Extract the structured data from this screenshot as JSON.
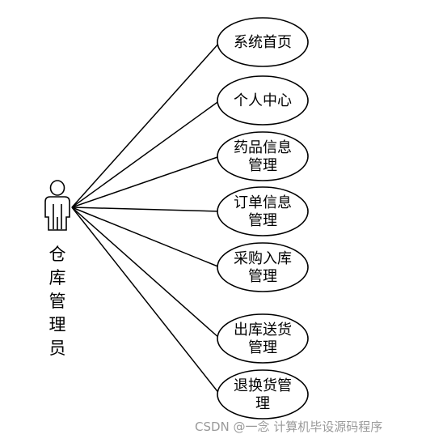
{
  "actor": {
    "label": "仓库管理员",
    "icon": "stick-figure-actor-icon"
  },
  "use_cases": [
    {
      "id": "home",
      "lines": [
        "系统首页"
      ]
    },
    {
      "id": "personal-center",
      "lines": [
        "个人中心"
      ]
    },
    {
      "id": "drug-info-mgmt",
      "lines": [
        "药品信息",
        "管理"
      ]
    },
    {
      "id": "order-info-mgmt",
      "lines": [
        "订单信息",
        "管理"
      ]
    },
    {
      "id": "purchase-storage-mgmt",
      "lines": [
        "采购入库",
        "管理"
      ]
    },
    {
      "id": "outbound-delivery-mgmt",
      "lines": [
        "出库送货",
        "管理"
      ]
    },
    {
      "id": "return-exchange-mgmt",
      "lines": [
        "退换货管",
        "理"
      ]
    }
  ],
  "watermark": "CSDN @一念 计算机毕设源码程序",
  "colors": {
    "stroke": "#000000",
    "background": "#ffffff",
    "watermark": "#9a9a9a"
  }
}
